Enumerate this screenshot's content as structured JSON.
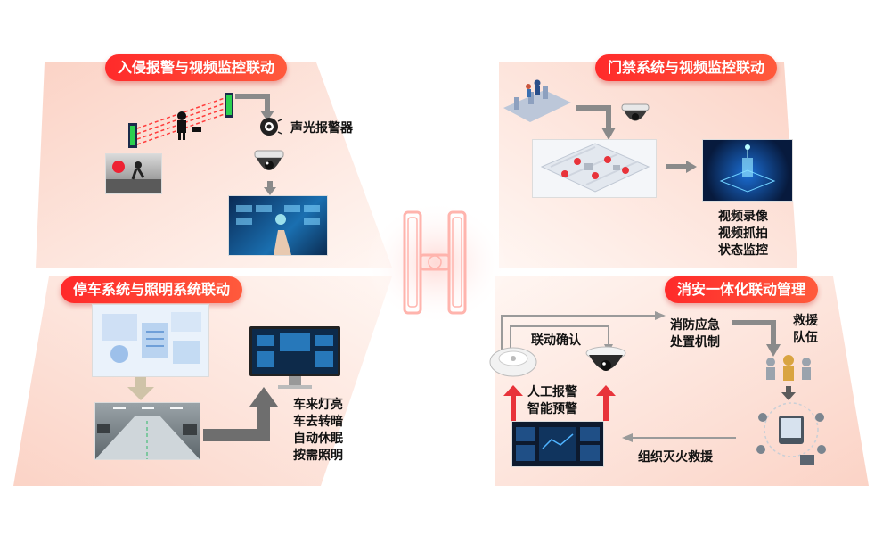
{
  "panels": {
    "intrusion": {
      "title": "入侵报警与视频监控联动",
      "alarm_label": "声光报警器"
    },
    "access": {
      "title": "门禁系统与视频监控联动",
      "functions": [
        "视频录像",
        "视频抓拍",
        "状态监控"
      ]
    },
    "parking": {
      "title": "停车系统与照明系统联动",
      "functions": [
        "车来灯亮",
        "车去转暗",
        "自动休眠",
        "按需照明"
      ]
    },
    "fire": {
      "title": "消安一体化联动管理",
      "link_confirm": "联动确认",
      "emergency": [
        "消防应急",
        "处置机制"
      ],
      "rescue_team": [
        "救援",
        "队伍"
      ],
      "alarm_sources": [
        "人工报警",
        "智能预警"
      ],
      "organize": "组织灭火救援"
    }
  },
  "colors": {
    "accent": "#ff3b30",
    "panel_tint": "#fde2d8",
    "arrow_gray": "#8a8a8a",
    "arrow_red": "#e8333a",
    "glow": "#ffb6b0"
  }
}
